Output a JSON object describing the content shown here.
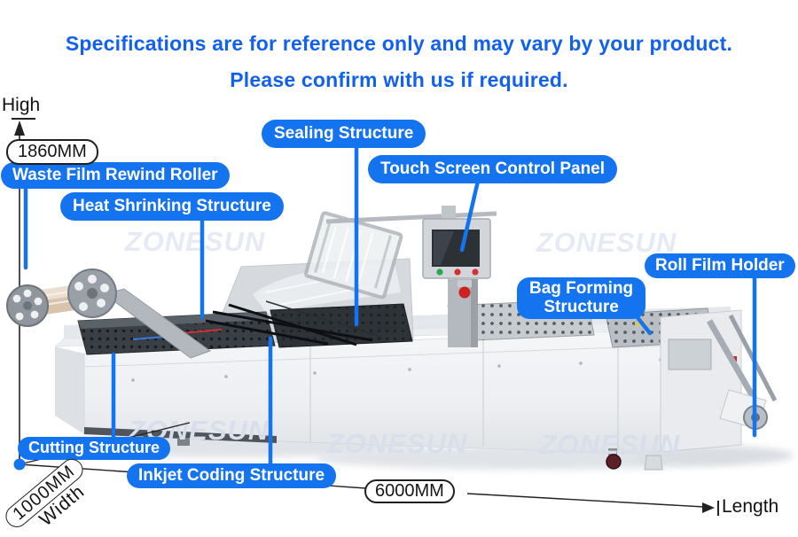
{
  "header": {
    "line1": "Specifications are for reference only and may vary by your product.",
    "line2": "Please confirm with us if required."
  },
  "callouts": {
    "sealing_structure": "Sealing Structure",
    "touch_screen": "Touch Screen Control Panel",
    "waste_film_rewind_roller": "Waste Film Rewind Roller",
    "heat_shrinking_structure": "Heat Shrinking Structure",
    "roll_film_holder": "Roll Film Holder",
    "bag_forming_line1": "Bag Forming",
    "bag_forming_line2": "Structure",
    "cutting_structure": "Cutting Structure",
    "inkjet_coding_structure": "Inkjet Coding Structure"
  },
  "dimensions": {
    "height_axis_label": "High",
    "height_value": "1860MM",
    "width_value": "1000MM",
    "width_axis_label": "Width",
    "length_value": "6000MM",
    "length_axis_label": "Length"
  },
  "watermark_text": "ZONESUN",
  "colors": {
    "callout_blue": "#1474f0",
    "heading_blue": "#1161ee",
    "watermark_gray": "#e2e8f3"
  }
}
